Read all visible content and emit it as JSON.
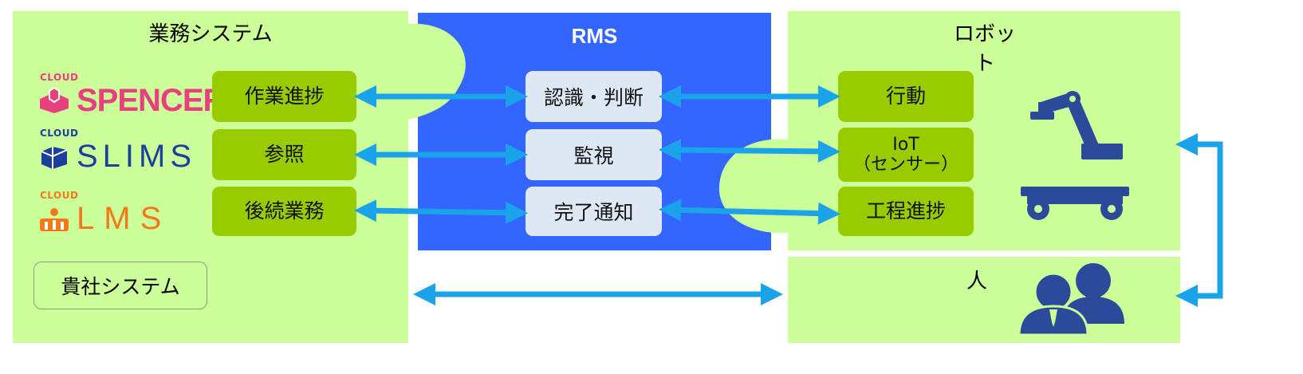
{
  "left_panel": {
    "title": "業務システム",
    "logos": [
      {
        "cloud": "CLOUD",
        "name": "SPENCER",
        "icon": "spencer-box-icon",
        "color": "#e8407f"
      },
      {
        "cloud": "CLOUD",
        "name": "SLIMS",
        "icon": "slims-cube-icon",
        "color": "#1a3f9c"
      },
      {
        "cloud": "CLOUD",
        "name": "LMS",
        "icon": "lms-people-icon",
        "color": "#f07a1a"
      }
    ],
    "items": [
      "作業進捗",
      "参照",
      "後続業務"
    ],
    "company_system": "貴社システム"
  },
  "center_panel": {
    "title": "RMS",
    "items": [
      "認識・判断",
      "監視",
      "完了通知"
    ]
  },
  "robot_panel": {
    "title": "ロボット",
    "items": [
      "行動",
      "IoT\n（センサー）",
      "工程進捗"
    ],
    "icons": [
      "robot-arm-icon",
      "transport-cart-icon"
    ]
  },
  "human_panel": {
    "title": "人",
    "icon": "people-icon"
  },
  "colors": {
    "panel_green": "#ccff99",
    "item_green": "#99cc00",
    "rms_blue": "#3366ff",
    "item_light": "#dde8f4",
    "arrow": "#1aa3e8",
    "icon_navy": "#2a4a9a"
  }
}
